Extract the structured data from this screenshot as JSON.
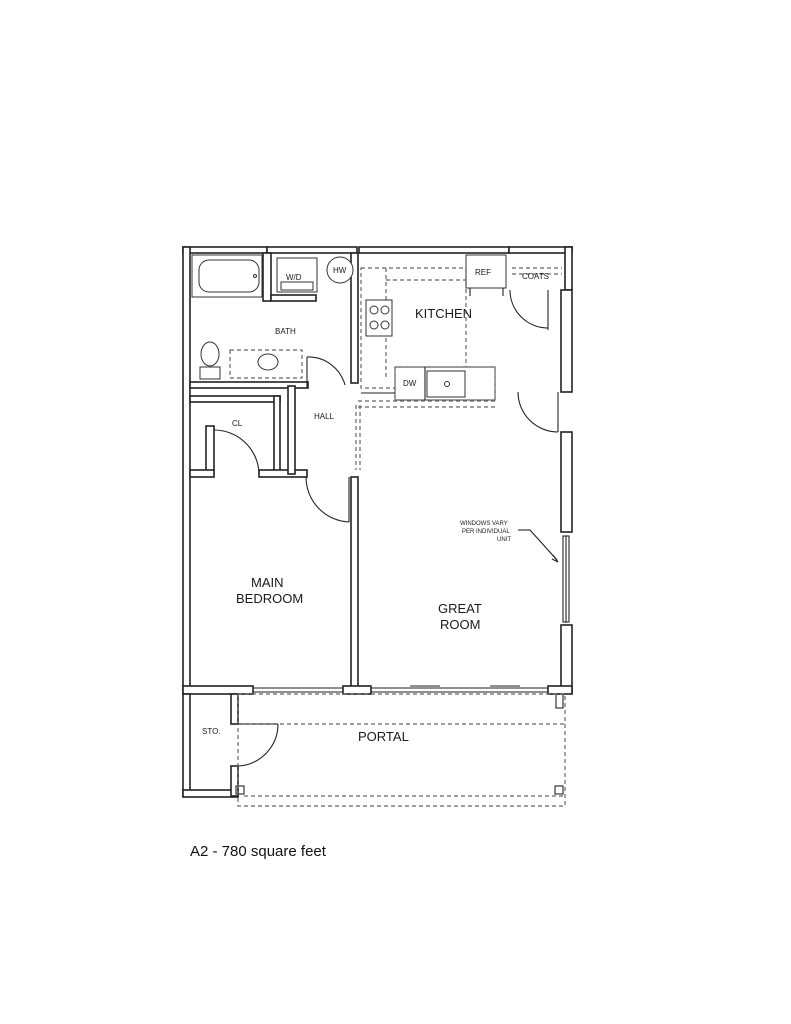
{
  "plan": {
    "caption": "A2 - 780 square feet",
    "labels": {
      "kitchen": "KITCHEN",
      "bath": "BATH",
      "hall": "HALL",
      "closet": "CL",
      "main_bedroom_line1": "MAIN",
      "main_bedroom_line2": "BEDROOM",
      "great_room_line1": "GREAT",
      "great_room_line2": "ROOM",
      "portal": "PORTAL",
      "storage": "STO.",
      "refrigerator": "REF",
      "coats": "COATS",
      "washer_dryer": "W/D",
      "water_heater": "HW",
      "dishwasher": "DW",
      "windows_note_line1": "WINDOWS VARY",
      "windows_note_line2": "PER INDIVIDUAL",
      "windows_note_line3": "UNIT"
    }
  }
}
